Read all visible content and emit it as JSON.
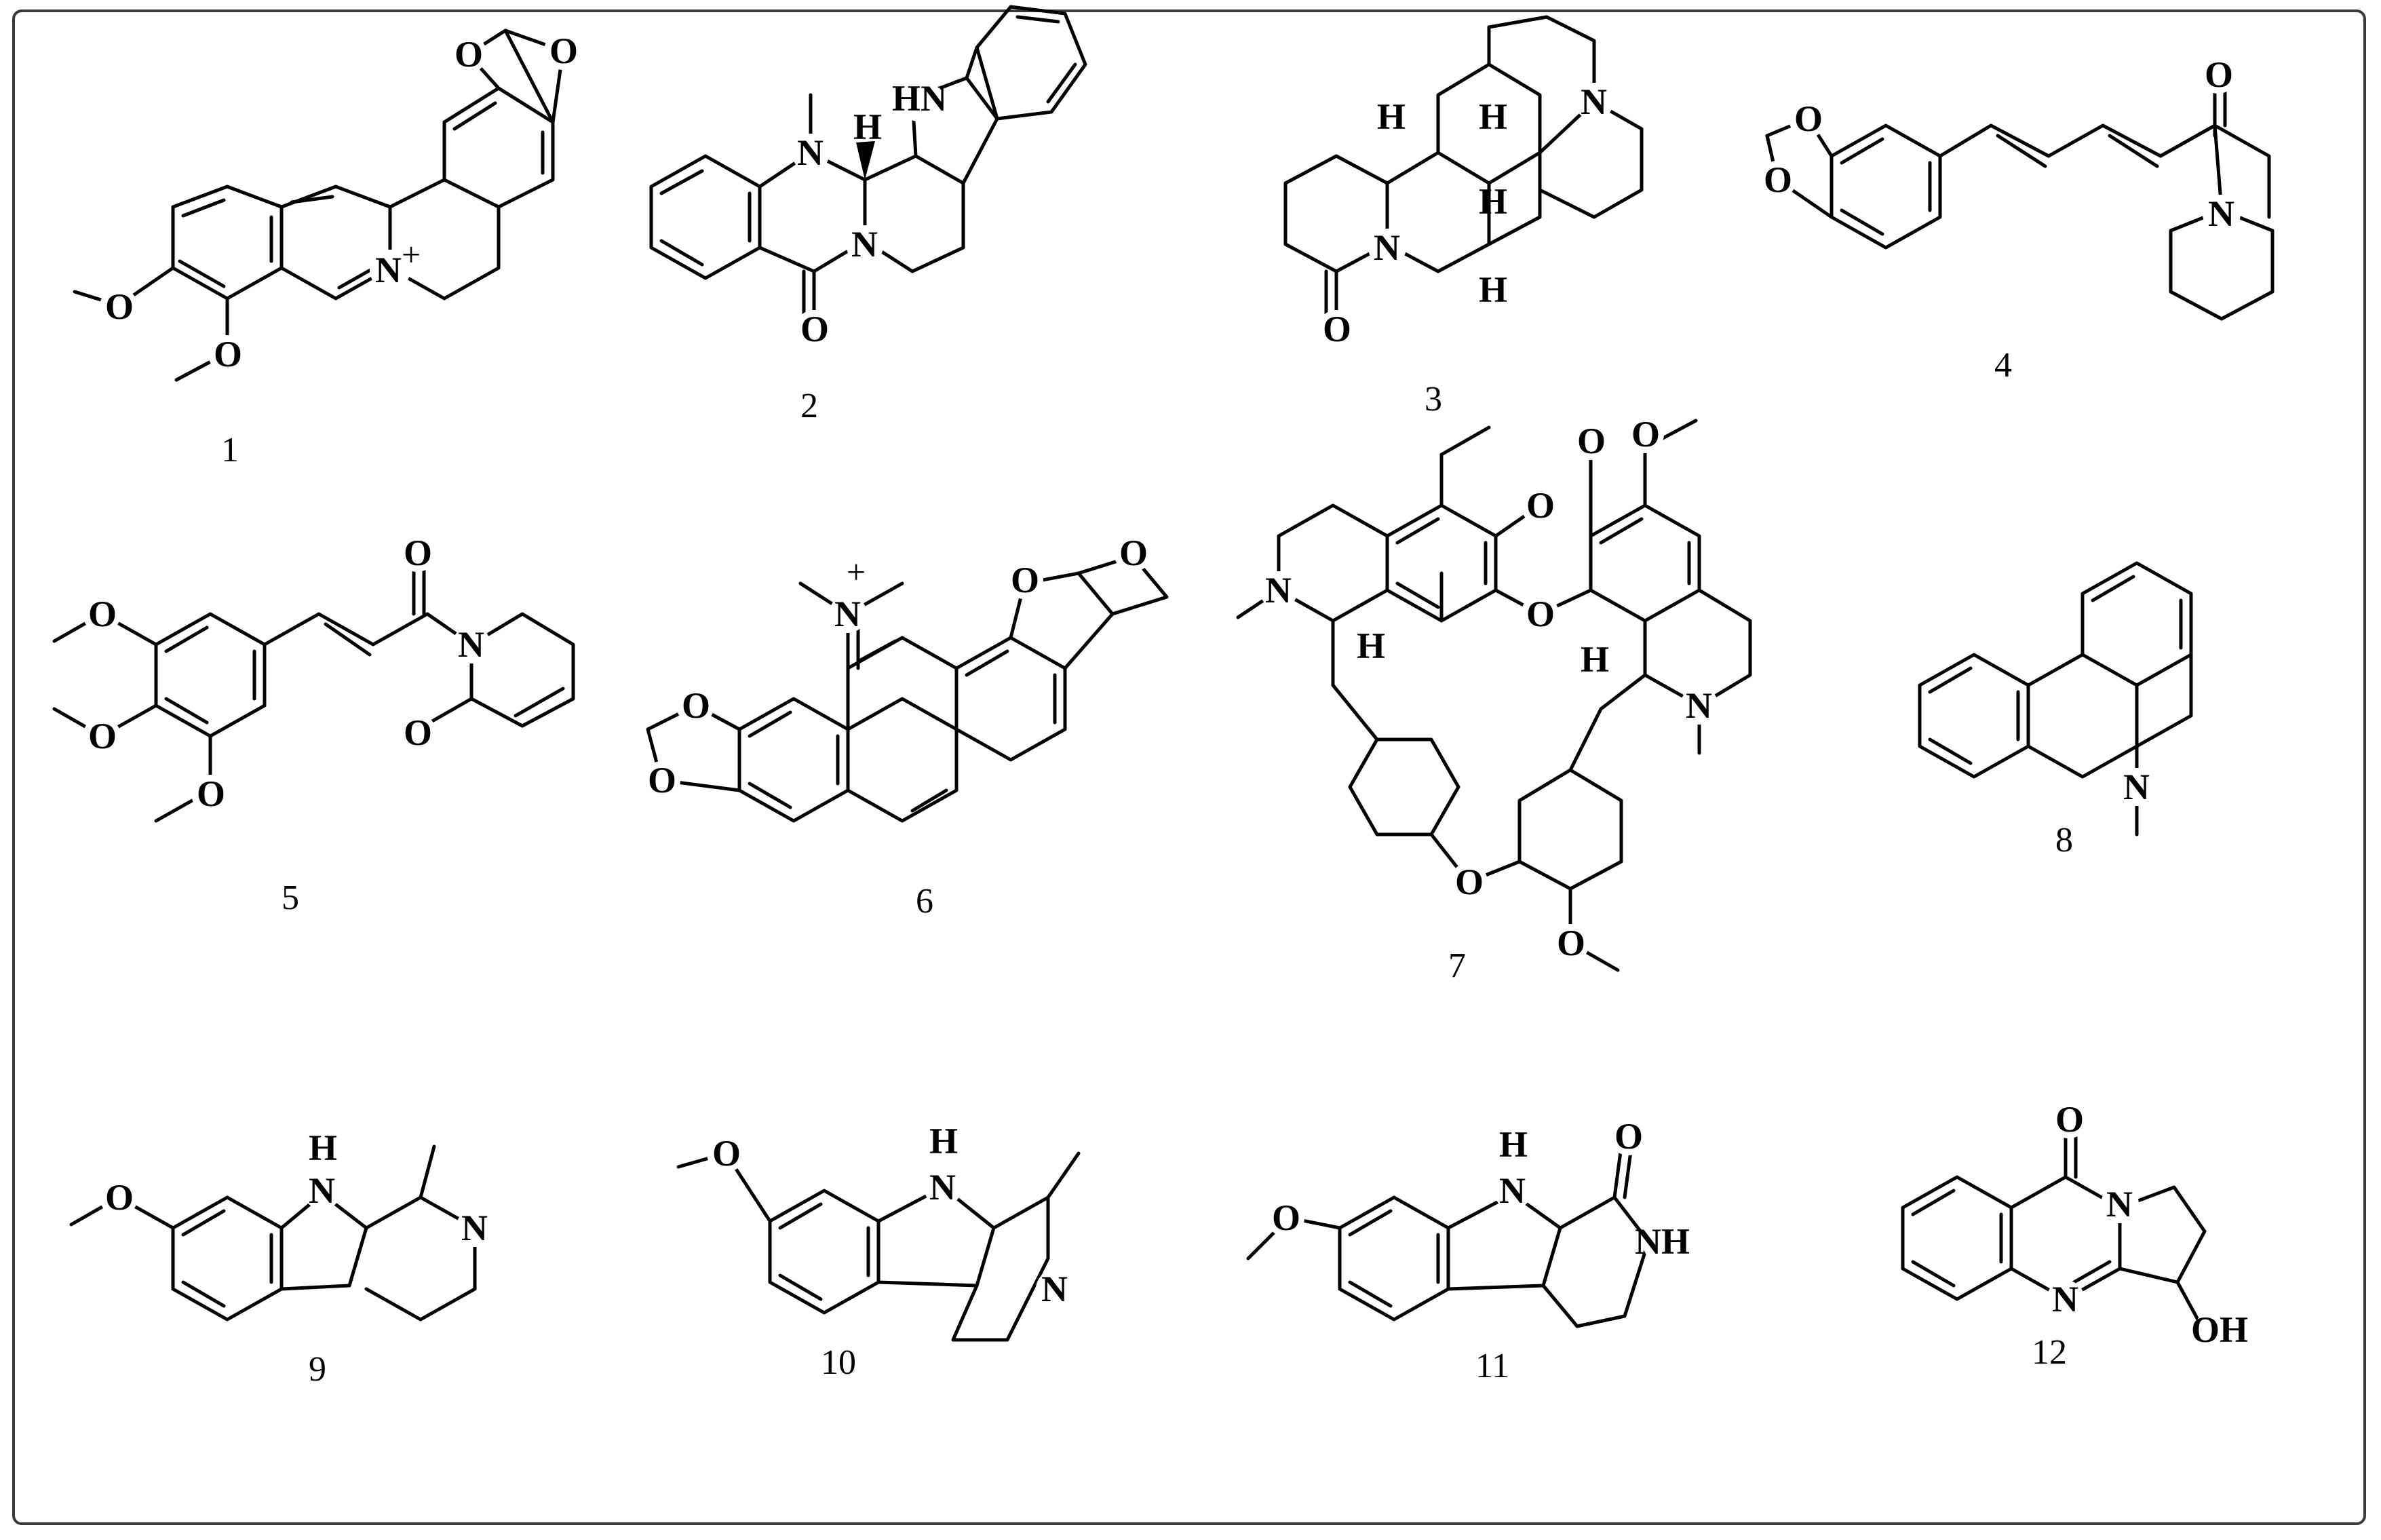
{
  "figure": {
    "frame_color": "#3a3a3a",
    "compounds": [
      {
        "id": "compound-1",
        "number": "1"
      },
      {
        "id": "compound-2",
        "number": "2"
      },
      {
        "id": "compound-3",
        "number": "3"
      },
      {
        "id": "compound-4",
        "number": "4"
      },
      {
        "id": "compound-5",
        "number": "5"
      },
      {
        "id": "compound-6",
        "number": "6"
      },
      {
        "id": "compound-7",
        "number": "7"
      },
      {
        "id": "compound-8",
        "number": "8"
      },
      {
        "id": "compound-9",
        "number": "9"
      },
      {
        "id": "compound-10",
        "number": "10"
      },
      {
        "id": "compound-11",
        "number": "11"
      },
      {
        "id": "compound-12",
        "number": "12"
      }
    ]
  },
  "atoms": {
    "O": "O",
    "N": "N",
    "H": "H",
    "HN": "HN",
    "NH": "NH",
    "OH": "OH",
    "plus": "+"
  }
}
